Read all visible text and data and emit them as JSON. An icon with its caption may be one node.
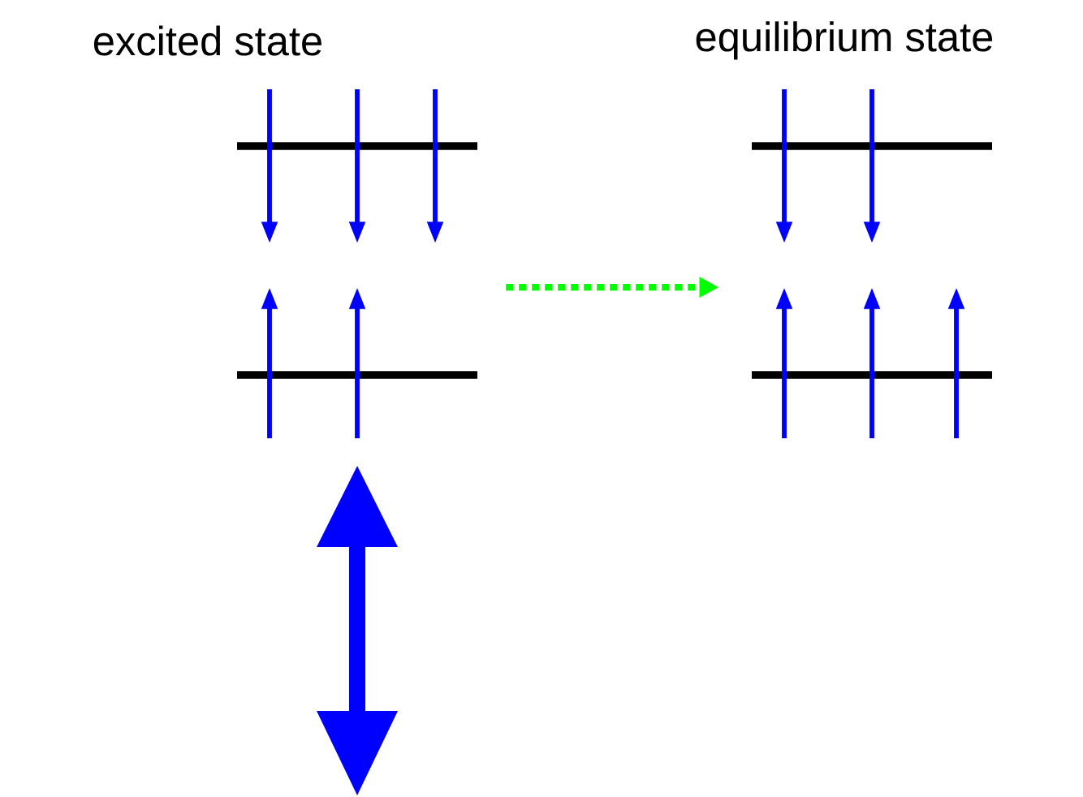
{
  "diagram": {
    "nodes": [
      {
        "text": [
          "excited state"
        ]
      },
      {
        "text": [
          "equilibrium state"
        ]
      }
    ],
    "edges": [
      {
        "from": 0,
        "to": 1,
        "arrow": "to",
        "style": "dashed",
        "color": "#00ff00"
      }
    ]
  }
}
